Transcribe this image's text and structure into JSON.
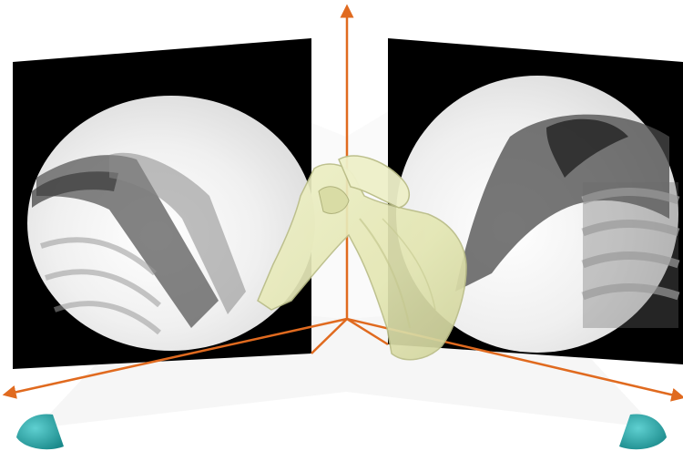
{
  "scene": {
    "description_visible_text": [],
    "axis_color": "#e06a1f",
    "panel_color": "#000000",
    "xray_bg": "#f6f6f6",
    "bone_color": "#e6e8b6",
    "bone_edge": "#b9bc86",
    "source_color": "#2aa7a8",
    "beam_color": "#cfcfcf"
  },
  "objects": [
    {
      "name": "left-xray-panel",
      "kind": "radiograph"
    },
    {
      "name": "right-xray-panel",
      "kind": "radiograph"
    },
    {
      "name": "scapula-model",
      "kind": "3d-bone"
    },
    {
      "name": "left-xray-source",
      "kind": "source-cone"
    },
    {
      "name": "right-xray-source",
      "kind": "source-cone"
    }
  ]
}
